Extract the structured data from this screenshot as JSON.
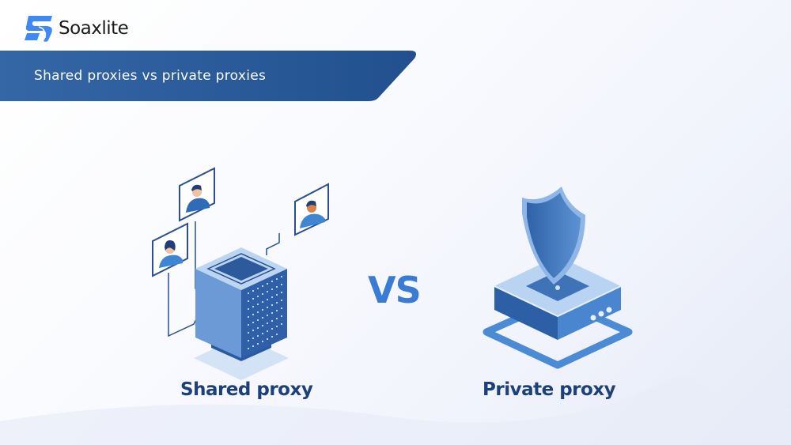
{
  "brand": {
    "name": "Soaxlite",
    "logo_icon": "s-swoosh-logo-icon",
    "color": "#3d8af7"
  },
  "banner": {
    "title": "Shared proxies vs private proxies",
    "color_start": "#3566a6",
    "color_end": "#24508f"
  },
  "comparison": {
    "vs_label": "VS",
    "vs_color": "#3a7bd5",
    "left": {
      "caption": "Shared proxy",
      "illustration": "shared-server-with-users-icon",
      "users": [
        "user-avatar-top",
        "user-avatar-right",
        "user-avatar-left"
      ]
    },
    "right": {
      "caption": "Private proxy",
      "illustration": "shield-server-icon"
    },
    "caption_color": "#1d3f7a"
  }
}
